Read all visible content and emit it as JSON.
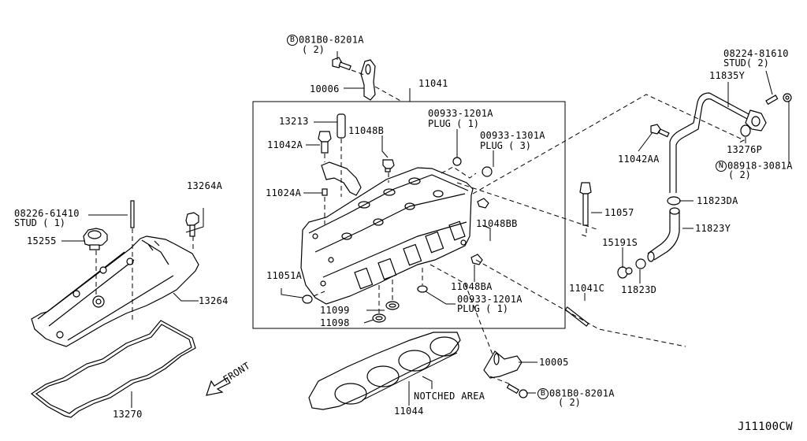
{
  "diagram": {
    "title": "Cylinder Head & Rocker Cover",
    "drawing_code": "J11100CW",
    "front_label": "FRONT",
    "notched_area_label": "NOTCHED AREA"
  },
  "callouts": [
    {
      "id": "c1",
      "part": "081B0-8201A",
      "prefix": "B",
      "qty": "( 2)"
    },
    {
      "id": "c2",
      "part": "10006"
    },
    {
      "id": "c3",
      "part": "11041"
    },
    {
      "id": "c4",
      "part": "00933-1201A",
      "sub": "PLUG ( 1)"
    },
    {
      "id": "c5",
      "part": "00933-1301A",
      "sub": "PLUG ( 3)"
    },
    {
      "id": "c6",
      "part": "13213"
    },
    {
      "id": "c7",
      "part": "11048B"
    },
    {
      "id": "c8",
      "part": "11042A"
    },
    {
      "id": "c9",
      "part": "11024A"
    },
    {
      "id": "c10",
      "part": "08224-81610",
      "sub": "STUD( 2)"
    },
    {
      "id": "c11",
      "part": "11835Y"
    },
    {
      "id": "c12",
      "part": "11042AA"
    },
    {
      "id": "c13",
      "part": "13276P"
    },
    {
      "id": "c14",
      "part": "08918-3081A",
      "prefix": "N",
      "qty": "( 2)"
    },
    {
      "id": "c15",
      "part": "11823DA"
    },
    {
      "id": "c16",
      "part": "11057"
    },
    {
      "id": "c17",
      "part": "11048BB"
    },
    {
      "id": "c18",
      "part": "11823Y"
    },
    {
      "id": "c19",
      "part": "15191S"
    },
    {
      "id": "c20",
      "part": "11823D"
    },
    {
      "id": "c21",
      "part": "13264A"
    },
    {
      "id": "c22",
      "part": "08226-61410",
      "sub": "STUD ( 1)"
    },
    {
      "id": "c23",
      "part": "15255"
    },
    {
      "id": "c24",
      "part": "13264"
    },
    {
      "id": "c25",
      "part": "11051A"
    },
    {
      "id": "c26",
      "part": "11048BA"
    },
    {
      "id": "c27",
      "part": "00933-1201A",
      "sub": "PLUG ( 1)"
    },
    {
      "id": "c28",
      "part": "11041C"
    },
    {
      "id": "c29",
      "part": "11099"
    },
    {
      "id": "c30",
      "part": "11098"
    },
    {
      "id": "c31",
      "part": "10005"
    },
    {
      "id": "c32",
      "part": "081B0-8201A",
      "prefix": "B",
      "qty": "( 2)"
    },
    {
      "id": "c33",
      "part": "11044"
    },
    {
      "id": "c34",
      "part": "13270"
    }
  ]
}
